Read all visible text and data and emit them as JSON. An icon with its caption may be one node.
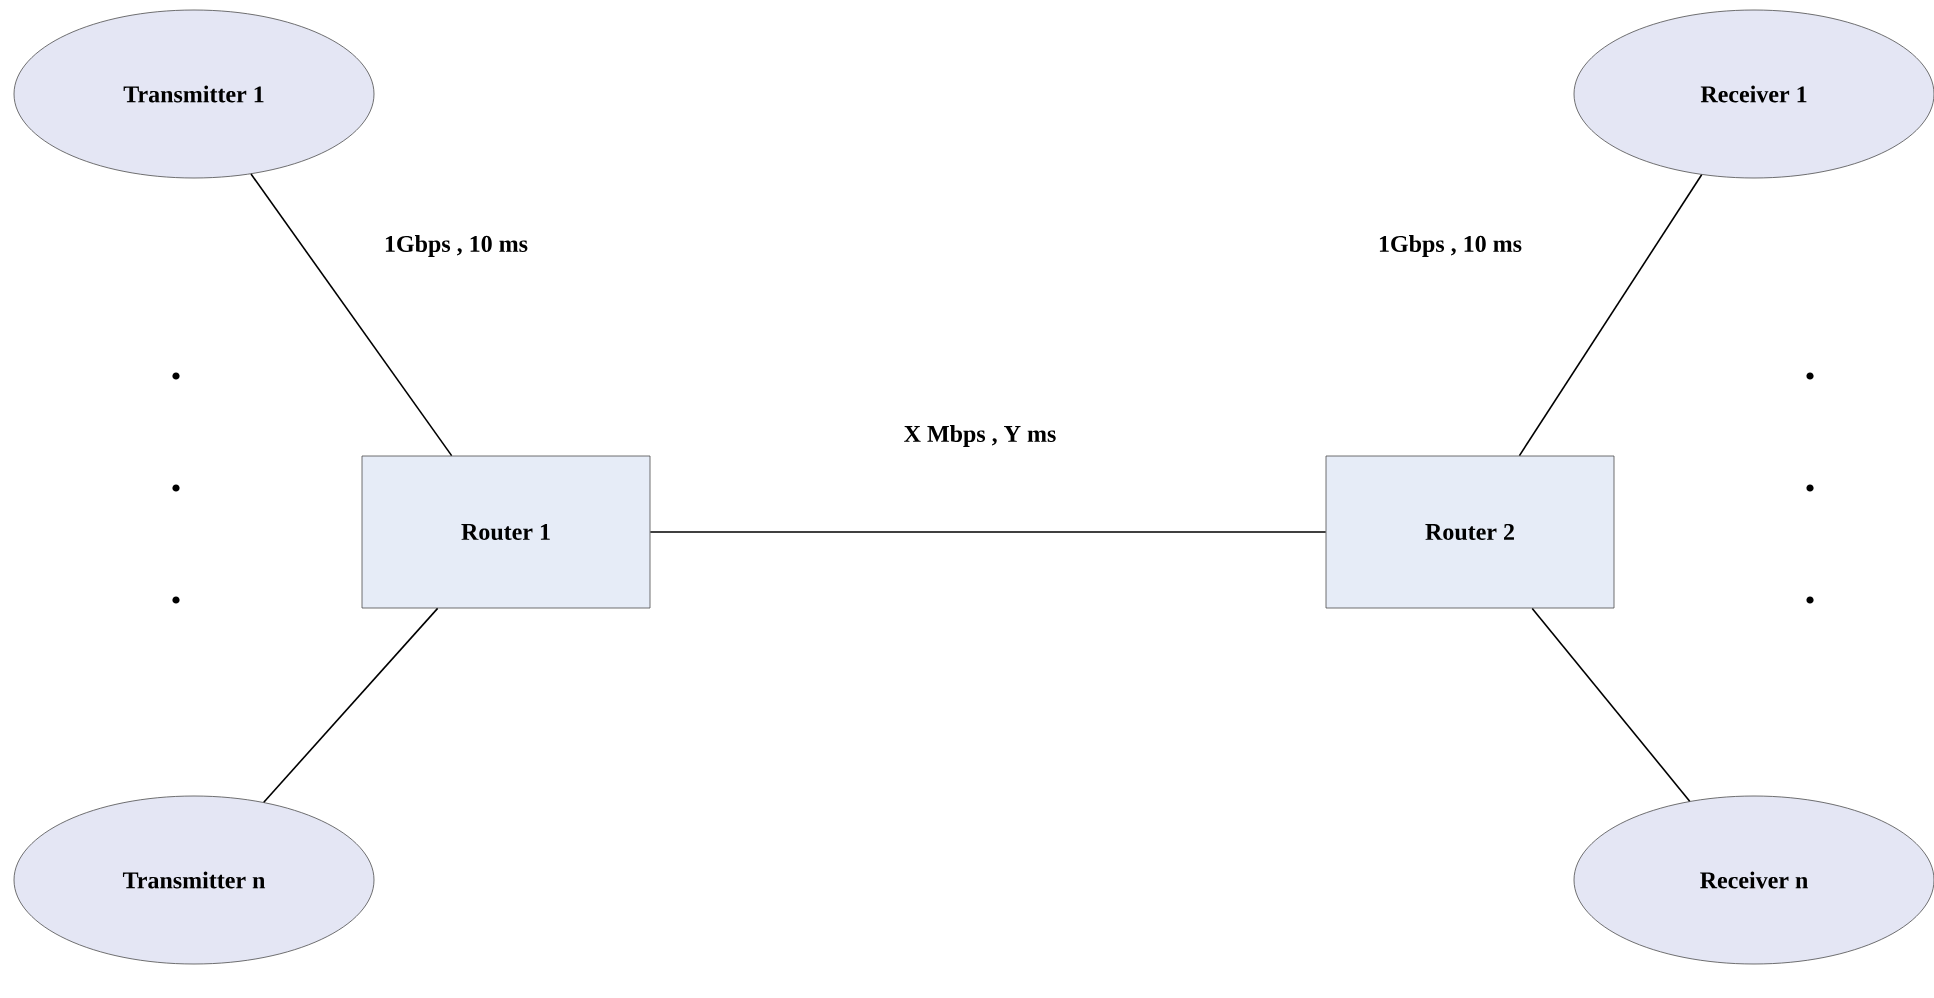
{
  "diagram": {
    "nodes": [
      {
        "text": [
          "Transmitter 1"
        ]
      },
      {
        "text": [
          "Transmitter n"
        ]
      },
      {
        "text": [
          "Router 1"
        ]
      },
      {
        "text": [
          "Router 2"
        ]
      },
      {
        "text": [
          "Receiver 1"
        ]
      },
      {
        "text": [
          "Receiver n"
        ]
      }
    ],
    "edges": [
      {
        "from": 0,
        "to": 2,
        "arrow": "none",
        "label": "1Gbps , 10 ms"
      },
      {
        "from": 1,
        "to": 2,
        "arrow": "none"
      },
      {
        "from": 2,
        "to": 3,
        "arrow": "none",
        "label": "X Mbps , Y ms"
      },
      {
        "from": 3,
        "to": 4,
        "arrow": "none",
        "label": "1Gbps , 10 ms"
      },
      {
        "from": 3,
        "to": 5,
        "arrow": "none"
      }
    ]
  }
}
